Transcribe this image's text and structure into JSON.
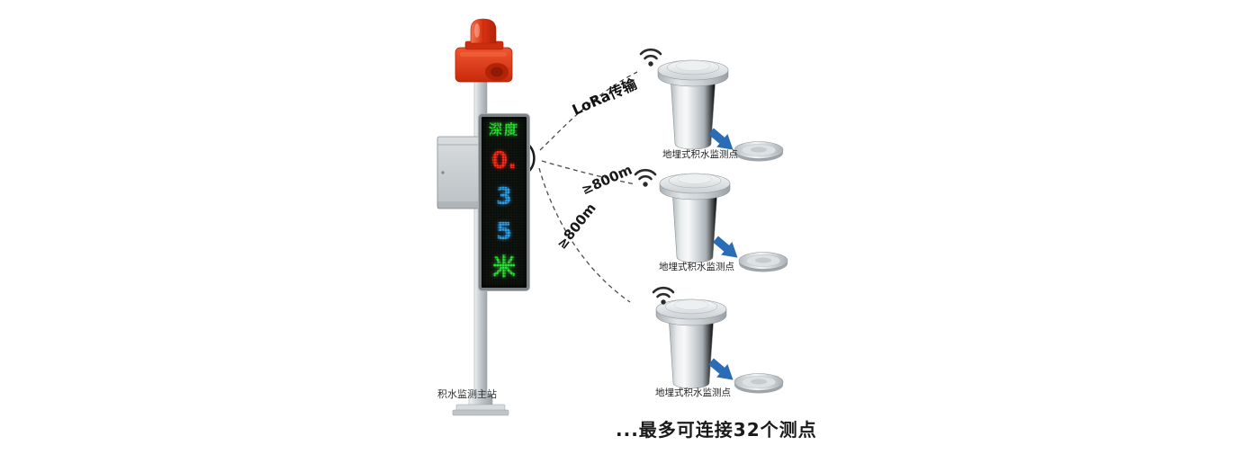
{
  "main_station": {
    "label": "积水监测主站",
    "display_rows": [
      {
        "text": "深度",
        "color": "#2ee636"
      },
      {
        "text": "0.",
        "color": "#ff2a1a"
      },
      {
        "text": "3",
        "color": "#2e9fe8"
      },
      {
        "text": "5",
        "color": "#2e9fe8"
      },
      {
        "text": "米",
        "color": "#2ee636"
      }
    ]
  },
  "links": {
    "lora": "LoRa传输",
    "distance_mid": "≥800m",
    "distance_bottom": "≥800m"
  },
  "sensors": [
    {
      "label": "地埋式积水监测点"
    },
    {
      "label": "地埋式积水监测点"
    },
    {
      "label": "地埋式积水监测点"
    }
  ],
  "footnote": "...最多可连接32个测点",
  "colors": {
    "beacon_red": "#d93212",
    "led_green": "#2ee636",
    "led_red": "#ff2a1a",
    "led_blue": "#2e9fe8",
    "arrow_blue": "#2a6cb5",
    "link_line": "#4a4a4a",
    "steel_gray": "#c6cbcf"
  },
  "icons": {
    "station_signal": "radio-waves-icon",
    "sensor_wireless": "wifi-icon"
  }
}
